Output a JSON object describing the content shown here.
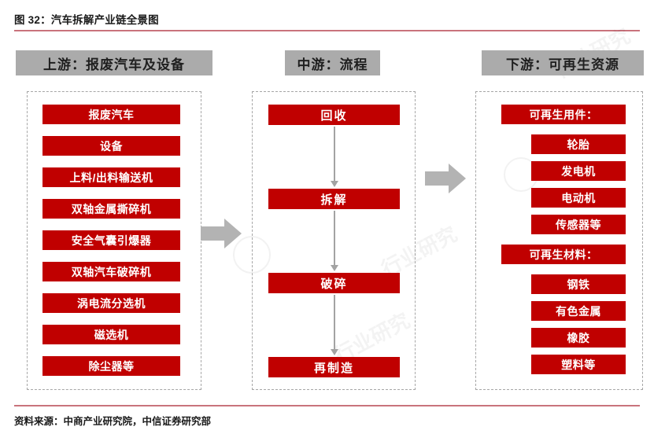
{
  "figure": {
    "title": "图 32：汽车拆解产业链全景图",
    "source": "资料来源：中商产业研究院，中信证券研究部",
    "accent_rule_color": "#c9737c",
    "box_color": "#c00000",
    "header_band_color": "#ababab",
    "arrow_color": "#a3a3a3",
    "panel_border_color": "#a6a6a6"
  },
  "columns": {
    "upstream": {
      "header": "上游：报废汽车及设备",
      "items": [
        {
          "label": "报废汽车"
        },
        {
          "label": "设备"
        },
        {
          "label": "上料/出料输送机"
        },
        {
          "label": "双轴金属撕碎机"
        },
        {
          "label": "安全气囊引爆器"
        },
        {
          "label": "双轴汽车破碎机"
        },
        {
          "label": "涡电流分选机"
        },
        {
          "label": "磁选机"
        },
        {
          "label": "除尘器等"
        }
      ]
    },
    "midstream": {
      "header": "中游：流程",
      "steps": [
        {
          "label": "回收"
        },
        {
          "label": "拆解"
        },
        {
          "label": "破碎"
        },
        {
          "label": "再制造"
        }
      ]
    },
    "downstream": {
      "header": "下游：可再生资源",
      "groups": [
        {
          "label": "可再生用件：",
          "items": [
            {
              "label": "轮胎"
            },
            {
              "label": "发电机"
            },
            {
              "label": "电动机"
            },
            {
              "label": "传感器等"
            }
          ]
        },
        {
          "label": "可再生材料：",
          "items": [
            {
              "label": "钢铁"
            },
            {
              "label": "有色金属"
            },
            {
              "label": "橡胶"
            },
            {
              "label": "塑料等"
            }
          ]
        }
      ]
    }
  },
  "connectors": {
    "upstream_to_midstream": "block-arrow-right",
    "midstream_to_downstream": "block-arrow-right",
    "step_flow": "down-arrow"
  },
  "watermark": {
    "text": "行业研究"
  }
}
